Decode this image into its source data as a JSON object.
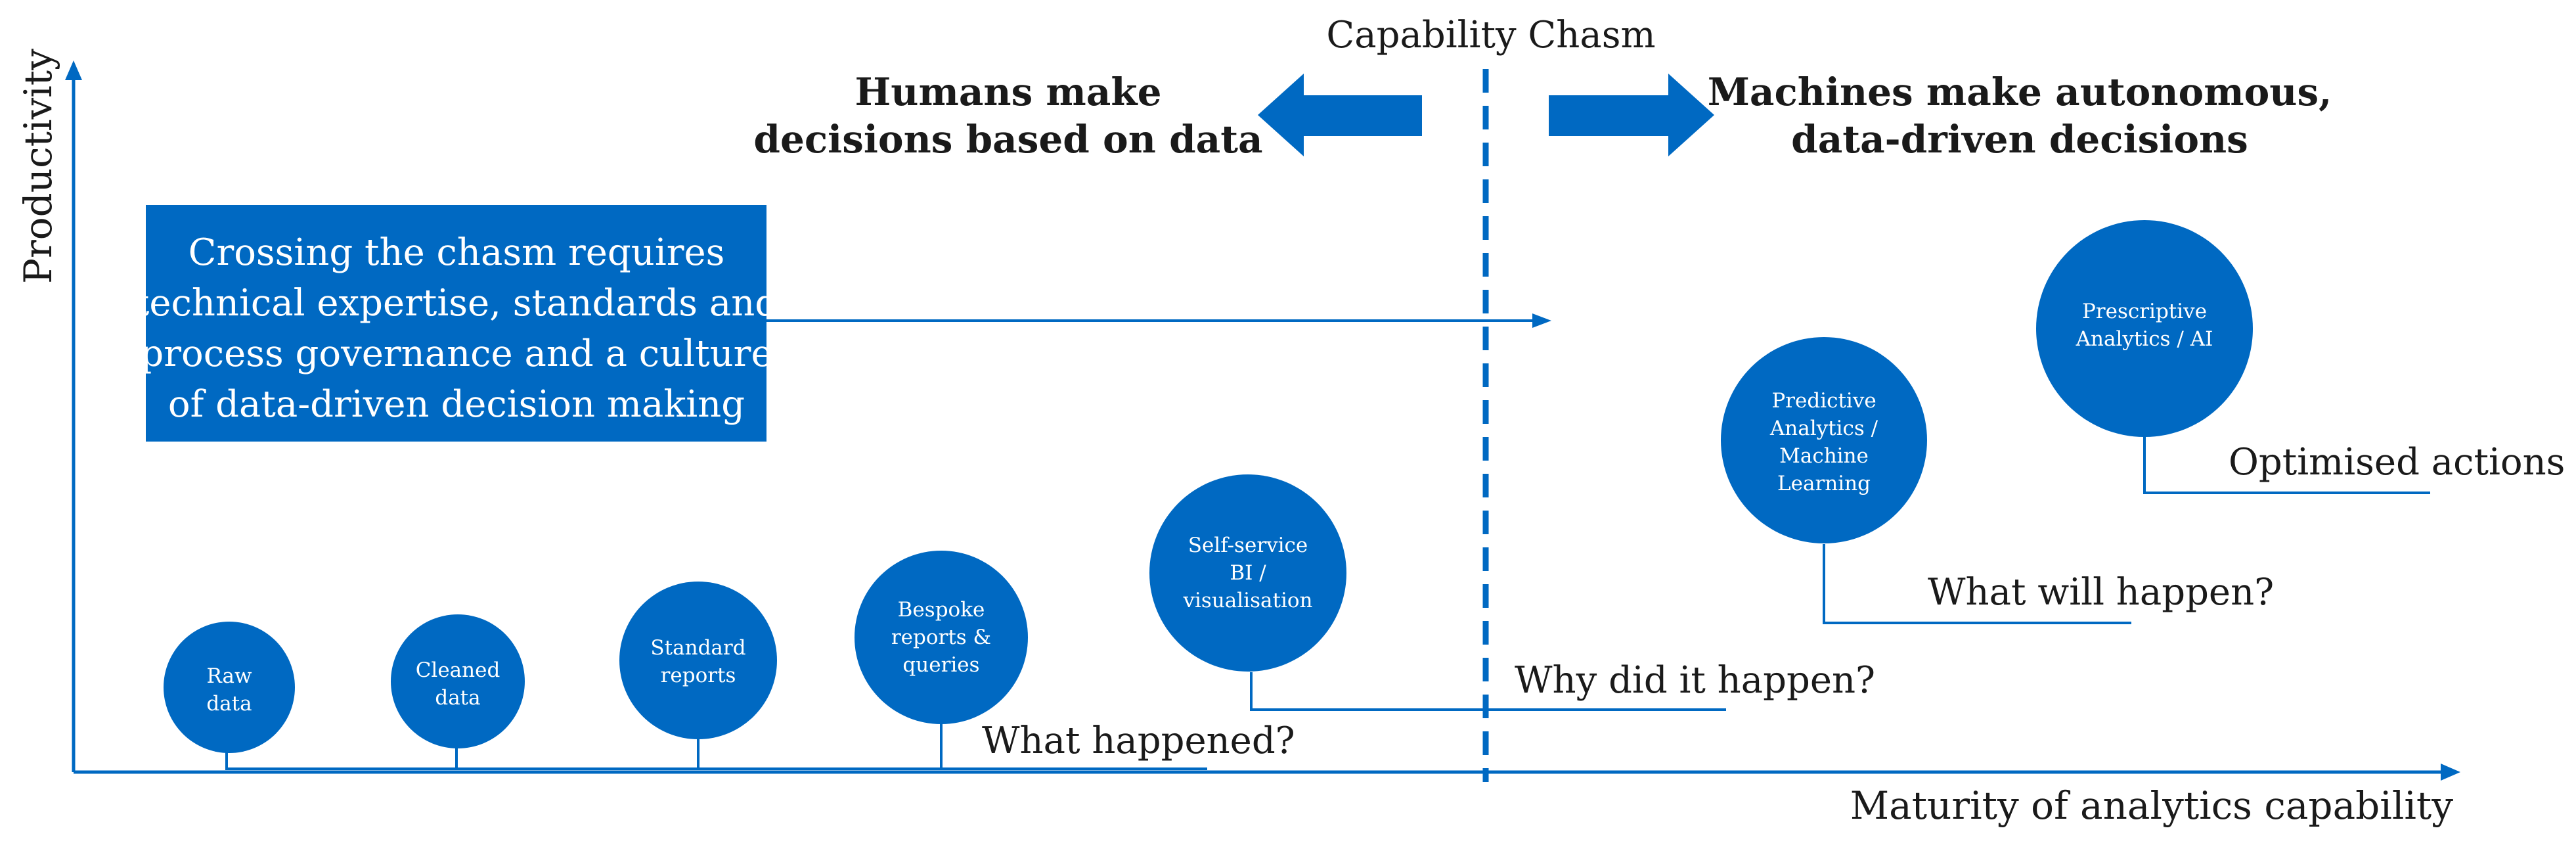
{
  "colors": {
    "primary": "#0069c2",
    "text": "#1a1a1a",
    "white": "#ffffff"
  },
  "axes": {
    "y_label": "Productivity",
    "x_label": "Maturity of analytics capability"
  },
  "chasm": {
    "title": "Capability Chasm",
    "left_header": [
      "Humans make",
      "decisions based on data"
    ],
    "right_header": [
      "Machines make autonomous,",
      "data-driven decisions"
    ]
  },
  "callout": {
    "lines": [
      "Crossing the chasm requires",
      "technical expertise, standards and",
      "process governance and a culture",
      "of data-driven decision making"
    ]
  },
  "stages": [
    {
      "id": "raw-data",
      "lines": [
        "Raw",
        "data"
      ]
    },
    {
      "id": "cleaned-data",
      "lines": [
        "Cleaned",
        "data"
      ]
    },
    {
      "id": "standard-reports",
      "lines": [
        "Standard",
        "reports"
      ]
    },
    {
      "id": "bespoke-reports",
      "lines": [
        "Bespoke",
        "reports &",
        "queries"
      ]
    },
    {
      "id": "self-service-bi",
      "lines": [
        "Self-service",
        "BI /",
        "visualisation"
      ]
    },
    {
      "id": "predictive-analytics",
      "lines": [
        "Predictive",
        "Analytics /",
        "Machine",
        "Learning"
      ]
    },
    {
      "id": "prescriptive-analytics",
      "lines": [
        "Prescriptive",
        "Analytics / AI"
      ]
    }
  ],
  "questions": {
    "what_happened": "What happened?",
    "why_happened": "Why did it happen?",
    "what_will_happen": "What will happen?",
    "optimised": "Optimised actions"
  }
}
